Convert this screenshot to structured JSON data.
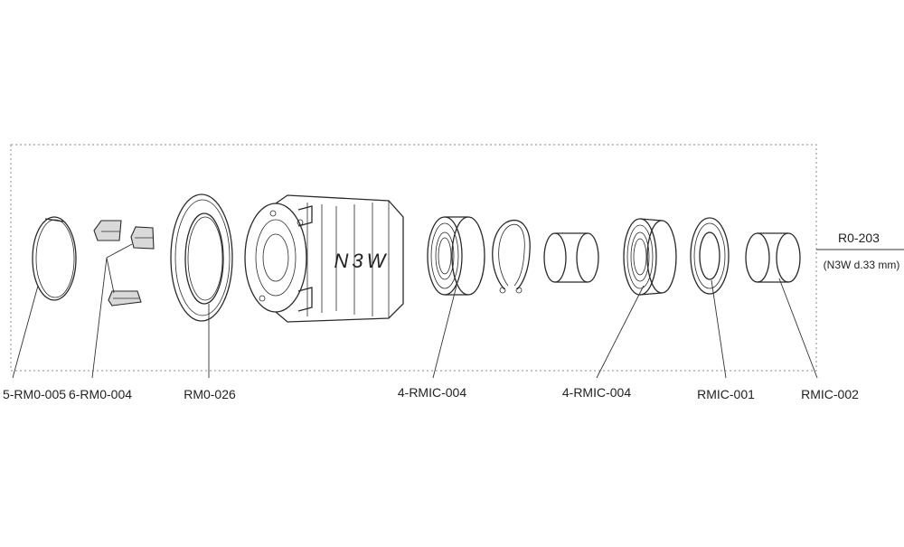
{
  "parts": {
    "circlip_small": "5-RM0-005",
    "pawls": "6-RM0-004",
    "seal_ring": "RM0-026",
    "bearing_left": "4-RMIC-004",
    "bearing_right": "4-RMIC-004",
    "seal_right": "RMIC-001",
    "spacer_right": "RMIC-002"
  },
  "assembly": {
    "code": "R0-203",
    "description": "(N3W d.33 mm)"
  },
  "freehub_logo": "N3W"
}
